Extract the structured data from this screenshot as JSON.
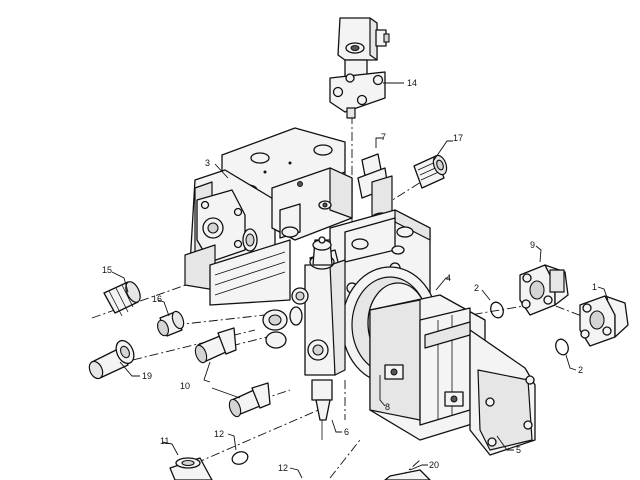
{
  "diagram": {
    "callouts": [
      {
        "id": "c14",
        "label": "14"
      },
      {
        "id": "c7",
        "label": "7"
      },
      {
        "id": "c17",
        "label": "17"
      },
      {
        "id": "c3",
        "label": "3"
      },
      {
        "id": "c9",
        "label": "9"
      },
      {
        "id": "c1",
        "label": "1"
      },
      {
        "id": "c2a",
        "label": "2"
      },
      {
        "id": "c2b",
        "label": "2"
      },
      {
        "id": "c4",
        "label": "4"
      },
      {
        "id": "c15",
        "label": "15"
      },
      {
        "id": "c16",
        "label": "16"
      },
      {
        "id": "c19",
        "label": "19"
      },
      {
        "id": "c10",
        "label": "10"
      },
      {
        "id": "c8",
        "label": "8"
      },
      {
        "id": "c6",
        "label": "6"
      },
      {
        "id": "c5",
        "label": "5"
      },
      {
        "id": "c11",
        "label": "11"
      },
      {
        "id": "c12a",
        "label": "12"
      },
      {
        "id": "c12b",
        "label": "12"
      },
      {
        "id": "c20",
        "label": "20"
      }
    ]
  }
}
